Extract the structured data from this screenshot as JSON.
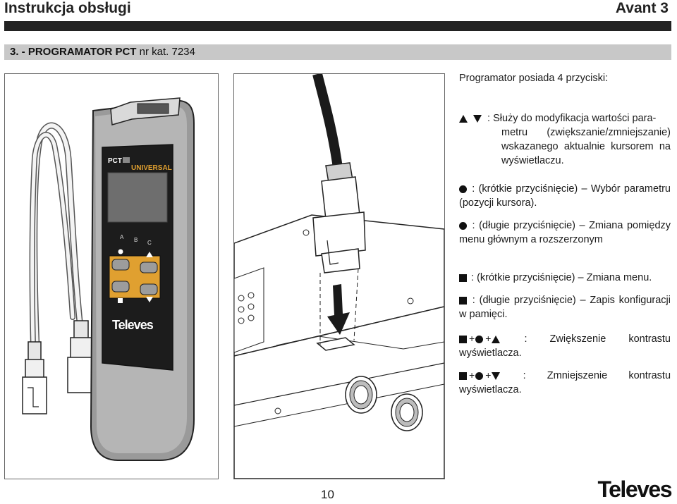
{
  "header": {
    "title_left": "Instrukcja obsługi",
    "title_right": "Avant 3"
  },
  "section": {
    "title_bold": "3. - PROGRAMATOR PCT",
    "title_light": "nr kat. 7234"
  },
  "device": {
    "brand_pct": "PCT",
    "brand_universal": "UNIVERSAL",
    "label_a": "A",
    "label_b": "B",
    "label_c": "C",
    "logo": "Televes"
  },
  "instructions": {
    "intro": "Programator posiada 4 przyciski:",
    "items": [
      {
        "symbol": "up-down",
        "text_first": ": Służy do modyfikacja wartości para-",
        "text_rest": "metru (zwiększanie/zmniejszanie) wskazanego aktualnie kursorem na wyświetlaczu."
      },
      {
        "symbol": "circle",
        "text": ": (krótkie przyciśnięcie) – Wybór parametru (pozycji kursora)."
      },
      {
        "symbol": "circle",
        "text": ": (długie przyciśnięcie) – Zmiana pomiędzy menu głównym a rozszerzonym"
      },
      {
        "symbol": "square",
        "text": ": (krótkie przyciśnięcie) – Zmiana menu."
      },
      {
        "symbol": "square",
        "text": ": (długie przyciśnięcie) – Zapis konfiguracji w pamięci."
      },
      {
        "symbol": "sq-circ-up",
        "text": ": Zwiększenie kontrastu wyświetlacza."
      },
      {
        "symbol": "sq-circ-down",
        "text": ": Zmniejszenie kontrastu wyświetlacza."
      }
    ]
  },
  "footer": {
    "page_number": "10",
    "logo": "Televes"
  }
}
